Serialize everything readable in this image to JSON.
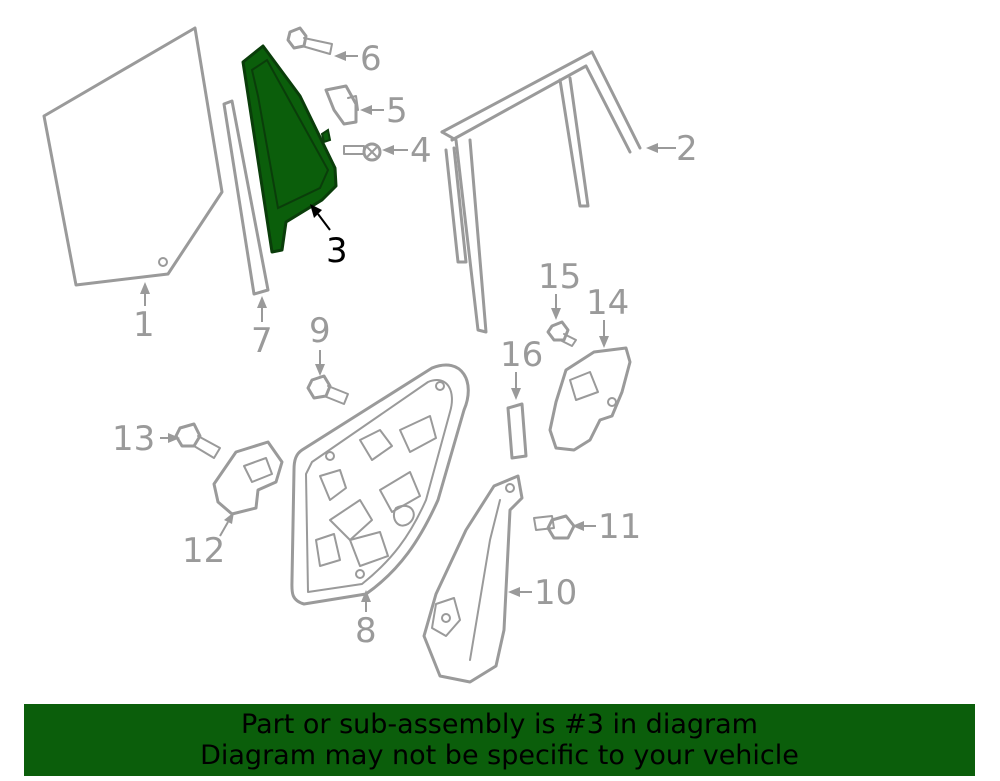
{
  "diagram": {
    "highlight_color": "#0b5e0b",
    "highlighted_part": "3",
    "callouts": [
      "1",
      "2",
      "3",
      "4",
      "5",
      "6",
      "7",
      "8",
      "9",
      "10",
      "11",
      "12",
      "13",
      "14",
      "15",
      "16"
    ]
  },
  "footer": {
    "line1": "Part or sub-assembly is #3 in diagram",
    "line2": "Diagram may not be specific to your vehicle",
    "background": "#0b5e0b"
  }
}
